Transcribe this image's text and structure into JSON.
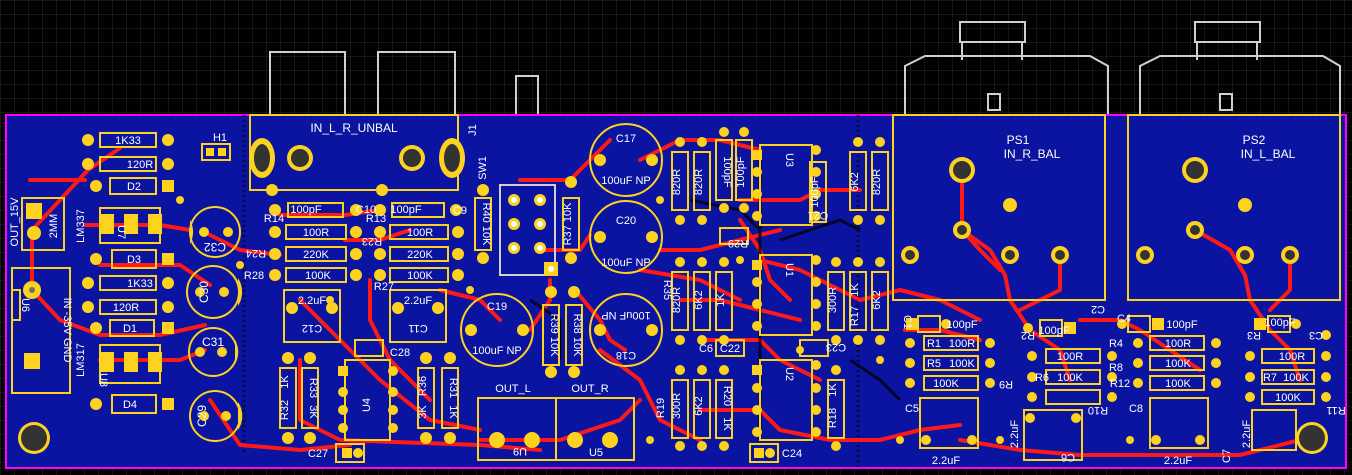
{
  "colors": {
    "background": "#000000",
    "grid": "#2a2a2a",
    "board": "#0a14a0",
    "board_outline": "#ff00ff",
    "trace": "#ff1a1a",
    "silk": "#ffd21f",
    "pad": "#ffd21f",
    "hole": "#6f6f6f",
    "label_white": "#ffffff",
    "via": "#ffd21f"
  },
  "connectors": {
    "j1": {
      "ref": "J1",
      "name": "IN_L_R_UNBAL"
    },
    "ps1": {
      "ref": "PS1",
      "name": "IN_R_BAL"
    },
    "ps2": {
      "ref": "PS2",
      "name": "IN_L_BAL"
    },
    "sw1": {
      "ref": "SW1"
    },
    "out_l": {
      "name": "OUT_L"
    },
    "out_r": {
      "name": "OUT_R"
    },
    "power_out": {
      "name": "OUT_15V"
    },
    "power_in": {
      "ref": "U6",
      "name": "IN -35V GND"
    }
  },
  "power_section": {
    "labels": [
      "1K33",
      "120R",
      "D2",
      "2MM",
      "LM337",
      "U7",
      "D3",
      "1K33",
      "120R",
      "D1",
      "LM317",
      "U8",
      "D4",
      "H1"
    ]
  },
  "caps_big": [
    {
      "ref": "C32"
    },
    {
      "ref": "C30"
    },
    {
      "ref": "C31"
    },
    {
      "ref": "C29"
    }
  ],
  "input_stage": {
    "labels": [
      "R14",
      "100pF",
      "C10",
      "100pF",
      "C9",
      "R13",
      "100R",
      "100R",
      "R24",
      "220K",
      "R23",
      "220K",
      "R28",
      "100K",
      "R27",
      "100K",
      "2.2uF",
      "2.2uF",
      "C12",
      "C11"
    ]
  },
  "electrolytics": [
    {
      "ref": "C17",
      "value": "100uF",
      "type": "NP"
    },
    {
      "ref": "C20",
      "value": "100uF",
      "type": "NP"
    },
    {
      "ref": "C19",
      "value": "100uF",
      "type": "NP"
    },
    {
      "ref": "C18",
      "value": "100uF",
      "type": "NP"
    }
  ],
  "vertical_resistors": [
    {
      "ref": "R40",
      "value": "10K"
    },
    {
      "ref": "R37",
      "value": "10K"
    },
    {
      "ref": "R39",
      "value": "10K"
    },
    {
      "ref": "R38",
      "value": "10K"
    }
  ],
  "op_section": {
    "labels": [
      "U4",
      "C28",
      "C27",
      "R32",
      "1K",
      "R33",
      "3K",
      "R36",
      "3K",
      "R31",
      "1K",
      "U5",
      "U9"
    ]
  },
  "right_mid": {
    "labels": [
      "820R",
      "820R",
      "100pF",
      "100pF",
      "U3",
      "6K2",
      "820R",
      "100pF",
      "R29",
      "R35",
      "6K2",
      "1K",
      "U1",
      "300R",
      "1K",
      "6K2",
      "R17",
      "C22",
      "C23",
      "C21",
      "C6",
      "U2",
      "R19",
      "300R",
      "6K2",
      "R20",
      "1K",
      "R18",
      "1K",
      "C24",
      "820R"
    ]
  },
  "bal_left": {
    "labels": [
      "C1",
      "100pF",
      "R1",
      "100R",
      "R5",
      "100K",
      "100K",
      "R9",
      "C5",
      "2.2uF",
      "R2",
      "100pF",
      "C2",
      "100R",
      "R6",
      "100K",
      "R10",
      "2.2uF",
      "C6"
    ]
  },
  "bal_right": {
    "labels": [
      "C4",
      "100pF",
      "R4",
      "100R",
      "R8",
      "100K",
      "R12",
      "100K",
      "C8",
      "2.2uF",
      "R3",
      "100pF",
      "C3",
      "100R",
      "R7",
      "100K",
      "100K",
      "R11",
      "2.2uF",
      "C7"
    ]
  }
}
